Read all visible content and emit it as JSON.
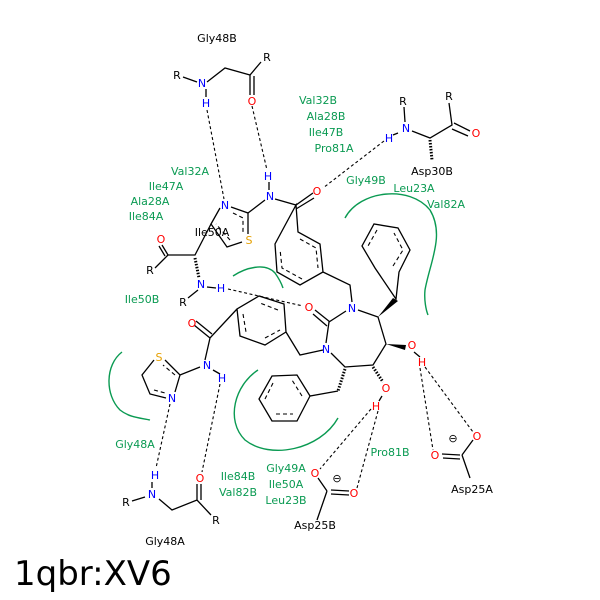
{
  "title": "1qbr:XV6",
  "atoms": {
    "N": "N",
    "O": "O",
    "H": "H",
    "S": "S",
    "R": "R",
    "minus": "⊖"
  },
  "residues_black": {
    "gly48b": "Gly48B",
    "asp30b": "Asp30B",
    "ile50a": "Ile50A",
    "asp25a": "Asp25A",
    "asp25b": "Asp25B",
    "gly48a": "Gly48A"
  },
  "hydrophobic_labels": {
    "val32b": "Val32B",
    "ala28b": "Ala28B",
    "ile47b": "Ile47B",
    "pro81a": "Pro81A",
    "gly49b": "Gly49B",
    "leu23a": "Leu23A",
    "val82a": "Val82A",
    "val32a": "Val32A",
    "ile47a": "Ile47A",
    "ala28a": "Ala28A",
    "ile84a": "Ile84A",
    "ile50b": "Ile50B",
    "gly48a": "Gly48A",
    "ile84b": "Ile84B",
    "val82b": "Val82B",
    "gly49a": "Gly49A",
    "ile50a": "Ile50A",
    "leu23b": "Leu23B",
    "pro81b": "Pro81B"
  },
  "colors": {
    "hydrophobic": "#0a9a52",
    "nitrogen": "#0000ff",
    "oxygen": "#ff0000",
    "sulfur": "#e6a000"
  }
}
